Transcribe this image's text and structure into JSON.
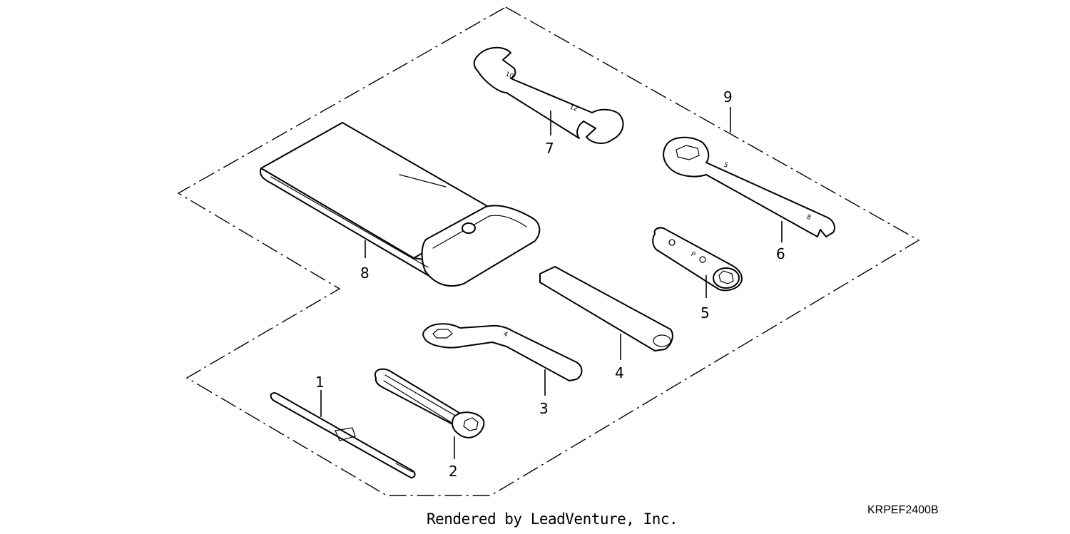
{
  "callouts": {
    "c1": "1",
    "c2": "2",
    "c3": "3",
    "c4": "4",
    "c5": "5",
    "c6": "6",
    "c7": "7",
    "c8": "8",
    "c9": "9"
  },
  "part_markings": {
    "wrench_open_small": "10",
    "wrench_open_large": "12",
    "wrench_ring_small": "5",
    "wrench_ring_large": "8",
    "box_wrench": "4",
    "socket": "P"
  },
  "footer": {
    "caption": "Rendered by LeadVenture, Inc.",
    "diagram_code": "KRPEF2400B"
  }
}
